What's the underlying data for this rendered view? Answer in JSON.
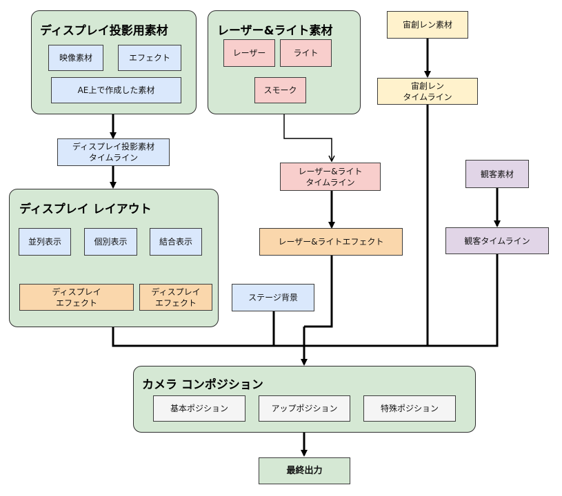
{
  "groups": {
    "display_material": "ディスプレイ投影用素材",
    "laser_light_material": "レーザー&ライト素材",
    "display_layout": "ディスプレイ レイアウト",
    "camera_composition": "カメラ コンポジション"
  },
  "nodes": {
    "video_material": "映像素材",
    "effect": "エフェクト",
    "ae_material": "AE上で作成した素材",
    "laser": "レーザー",
    "light": "ライト",
    "smoke": "スモーク",
    "space_material": "宙創レン素材",
    "space_timeline": "宙創レン\nタイムライン",
    "display_timeline": "ディスプレイ投影素材\nタイムライン",
    "laser_light_timeline": "レーザー&ライト\nタイムライン",
    "audience_material": "観客素材",
    "laser_light_effect": "レーザー&ライトエフェクト",
    "audience_timeline": "観客タイムライン",
    "parallel_display": "並列表示",
    "individual_display": "個別表示",
    "combined_display": "結合表示",
    "display_effect_1": "ディスプレイ\nエフェクト",
    "display_effect_2": "ディスプレイ\nエフェクト",
    "stage_background": "ステージ背景",
    "basic_position": "基本ポジション",
    "up_position": "アップポジション",
    "special_position": "特殊ポジション",
    "final_output": "最終出力"
  },
  "colors": {
    "group_fill": "#d5e8d4",
    "blue": "#dae8fc",
    "pink": "#f8cecc",
    "orange": "#fad7ac",
    "yellow": "#fff2cc",
    "purple": "#e1d5e7",
    "gray": "#f5f5f5",
    "edge": "#000000"
  }
}
